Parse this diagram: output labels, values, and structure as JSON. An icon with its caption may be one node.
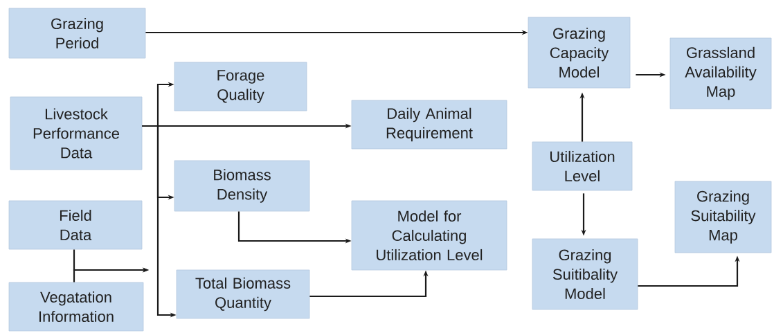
{
  "diagram": {
    "nodes": [
      {
        "text": [
          "Grazing Period"
        ]
      },
      {
        "text": [
          "Livestock Performance Data"
        ]
      },
      {
        "text": [
          "Field Data"
        ]
      },
      {
        "text": [
          "Vegatation Information"
        ]
      },
      {
        "text": [
          "Forage Quality"
        ]
      },
      {
        "text": [
          "Biomass Density"
        ]
      },
      {
        "text": [
          "Total Biomass Quantity"
        ]
      },
      {
        "text": [
          "Daily Animal Requirement"
        ]
      },
      {
        "text": [
          "Model for Calculating Utilization Level"
        ]
      },
      {
        "text": [
          "Grazing Capacity Model"
        ]
      },
      {
        "text": [
          "Grassland Availability Map"
        ]
      },
      {
        "text": [
          "Utilization Level"
        ]
      },
      {
        "text": [
          "Grazing Suitibality Model"
        ]
      },
      {
        "text": [
          "Grazing Suitability Map"
        ]
      }
    ],
    "edges": [
      {
        "from": 0,
        "to": 9,
        "arrow": "to"
      },
      {
        "from": 1,
        "to": 7,
        "arrow": "to"
      },
      {
        "from": 1,
        "to": 4,
        "arrow": "to"
      },
      {
        "from": 1,
        "to": 5,
        "arrow": "to"
      },
      {
        "from": 1,
        "to": 6,
        "arrow": "to"
      },
      {
        "from": 2,
        "to": null,
        "arrow": "to"
      },
      {
        "from": 3,
        "to": null,
        "arrow": "to"
      },
      {
        "from": 5,
        "to": 8,
        "arrow": "to"
      },
      {
        "from": 6,
        "to": 8,
        "arrow": "to"
      },
      {
        "from": 9,
        "to": 10,
        "arrow": "to"
      },
      {
        "from": 11,
        "to": 9,
        "arrow": "to"
      },
      {
        "from": 11,
        "to": 12,
        "arrow": "to"
      },
      {
        "from": 12,
        "to": 13,
        "arrow": "to"
      }
    ]
  }
}
